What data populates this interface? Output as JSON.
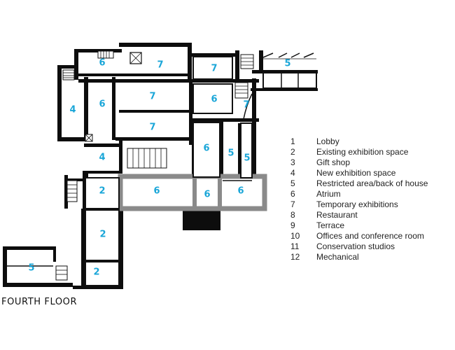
{
  "floor_title": "FOURTH FLOOR",
  "colors": {
    "room_number": "#1aa6d8",
    "walls": "#0d0d0d",
    "atrium_outline": "#8a8a8a"
  },
  "legend": [
    {
      "number": "1",
      "label": "Lobby"
    },
    {
      "number": "2",
      "label": "Existing exhibition space"
    },
    {
      "number": "3",
      "label": "Gift shop"
    },
    {
      "number": "4",
      "label": "New exhibition space"
    },
    {
      "number": "5",
      "label": "Restricted area/back of house"
    },
    {
      "number": "6",
      "label": "Atrium"
    },
    {
      "number": "7",
      "label": "Temporary exhibitions"
    },
    {
      "number": "8",
      "label": "Restaurant"
    },
    {
      "number": "9",
      "label": "Terrace"
    },
    {
      "number": "10",
      "label": "Offices and conference room"
    },
    {
      "number": "11",
      "label": "Conservation studios"
    },
    {
      "number": "12",
      "label": "Mechanical"
    }
  ],
  "room_labels": [
    "6",
    "7",
    "7",
    "5",
    "4",
    "6",
    "7",
    "6",
    "7",
    "7",
    "6",
    "4",
    "5",
    "5",
    "2",
    "6",
    "6",
    "6",
    "2",
    "5",
    "2"
  ]
}
